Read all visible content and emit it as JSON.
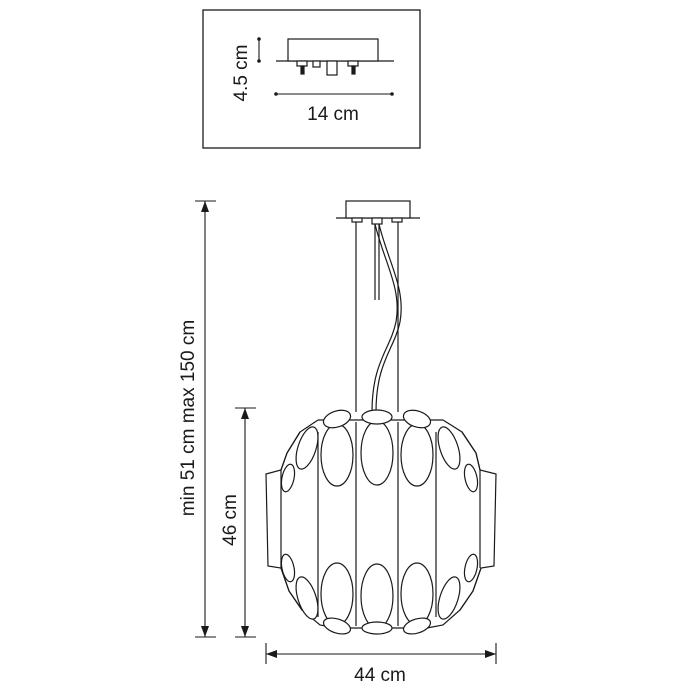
{
  "inset": {
    "height_label": "4.5 cm",
    "width_label": "14 cm"
  },
  "main": {
    "total_height_label": "min 51 cm max 150 cm",
    "shade_height_label": "46 cm",
    "shade_width_label": "44 cm"
  },
  "colors": {
    "line": "#1a1a1a",
    "fill": "#ffffff"
  }
}
